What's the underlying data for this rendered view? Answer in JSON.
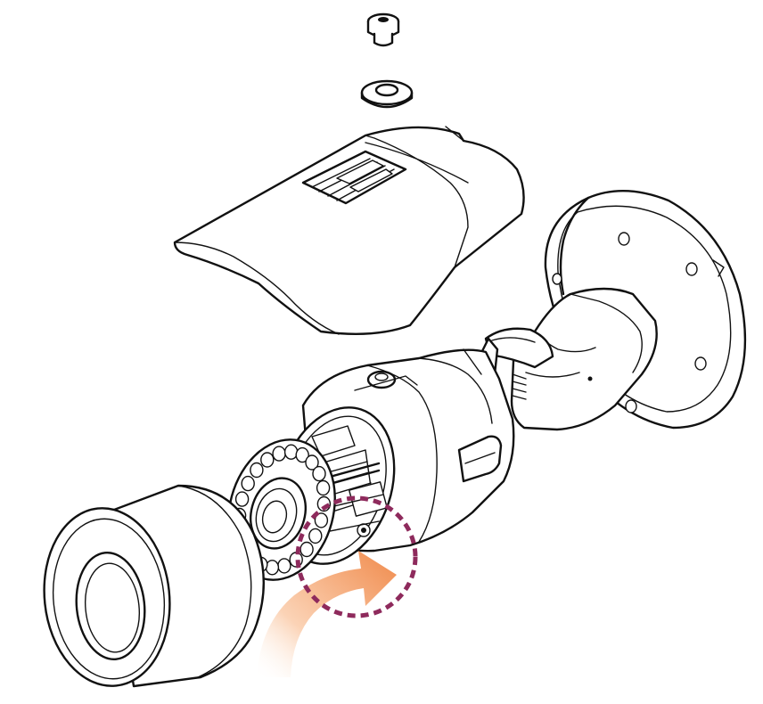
{
  "diagram": {
    "parts": [
      "screw",
      "washer",
      "sunshade-cover",
      "wall-mount-base",
      "mount-arm",
      "camera-body",
      "ir-led-board",
      "lens-module",
      "front-housing"
    ],
    "colors": {
      "line": "#111111",
      "highlight_circle": "#8e2a5c",
      "arrow_gradient_start": "#f08a4b",
      "arrow_gradient_end": "#ffffff"
    },
    "icons": {
      "rotation_arrow": "curved-arrow-icon",
      "highlight": "dashed-circle-highlight"
    }
  }
}
